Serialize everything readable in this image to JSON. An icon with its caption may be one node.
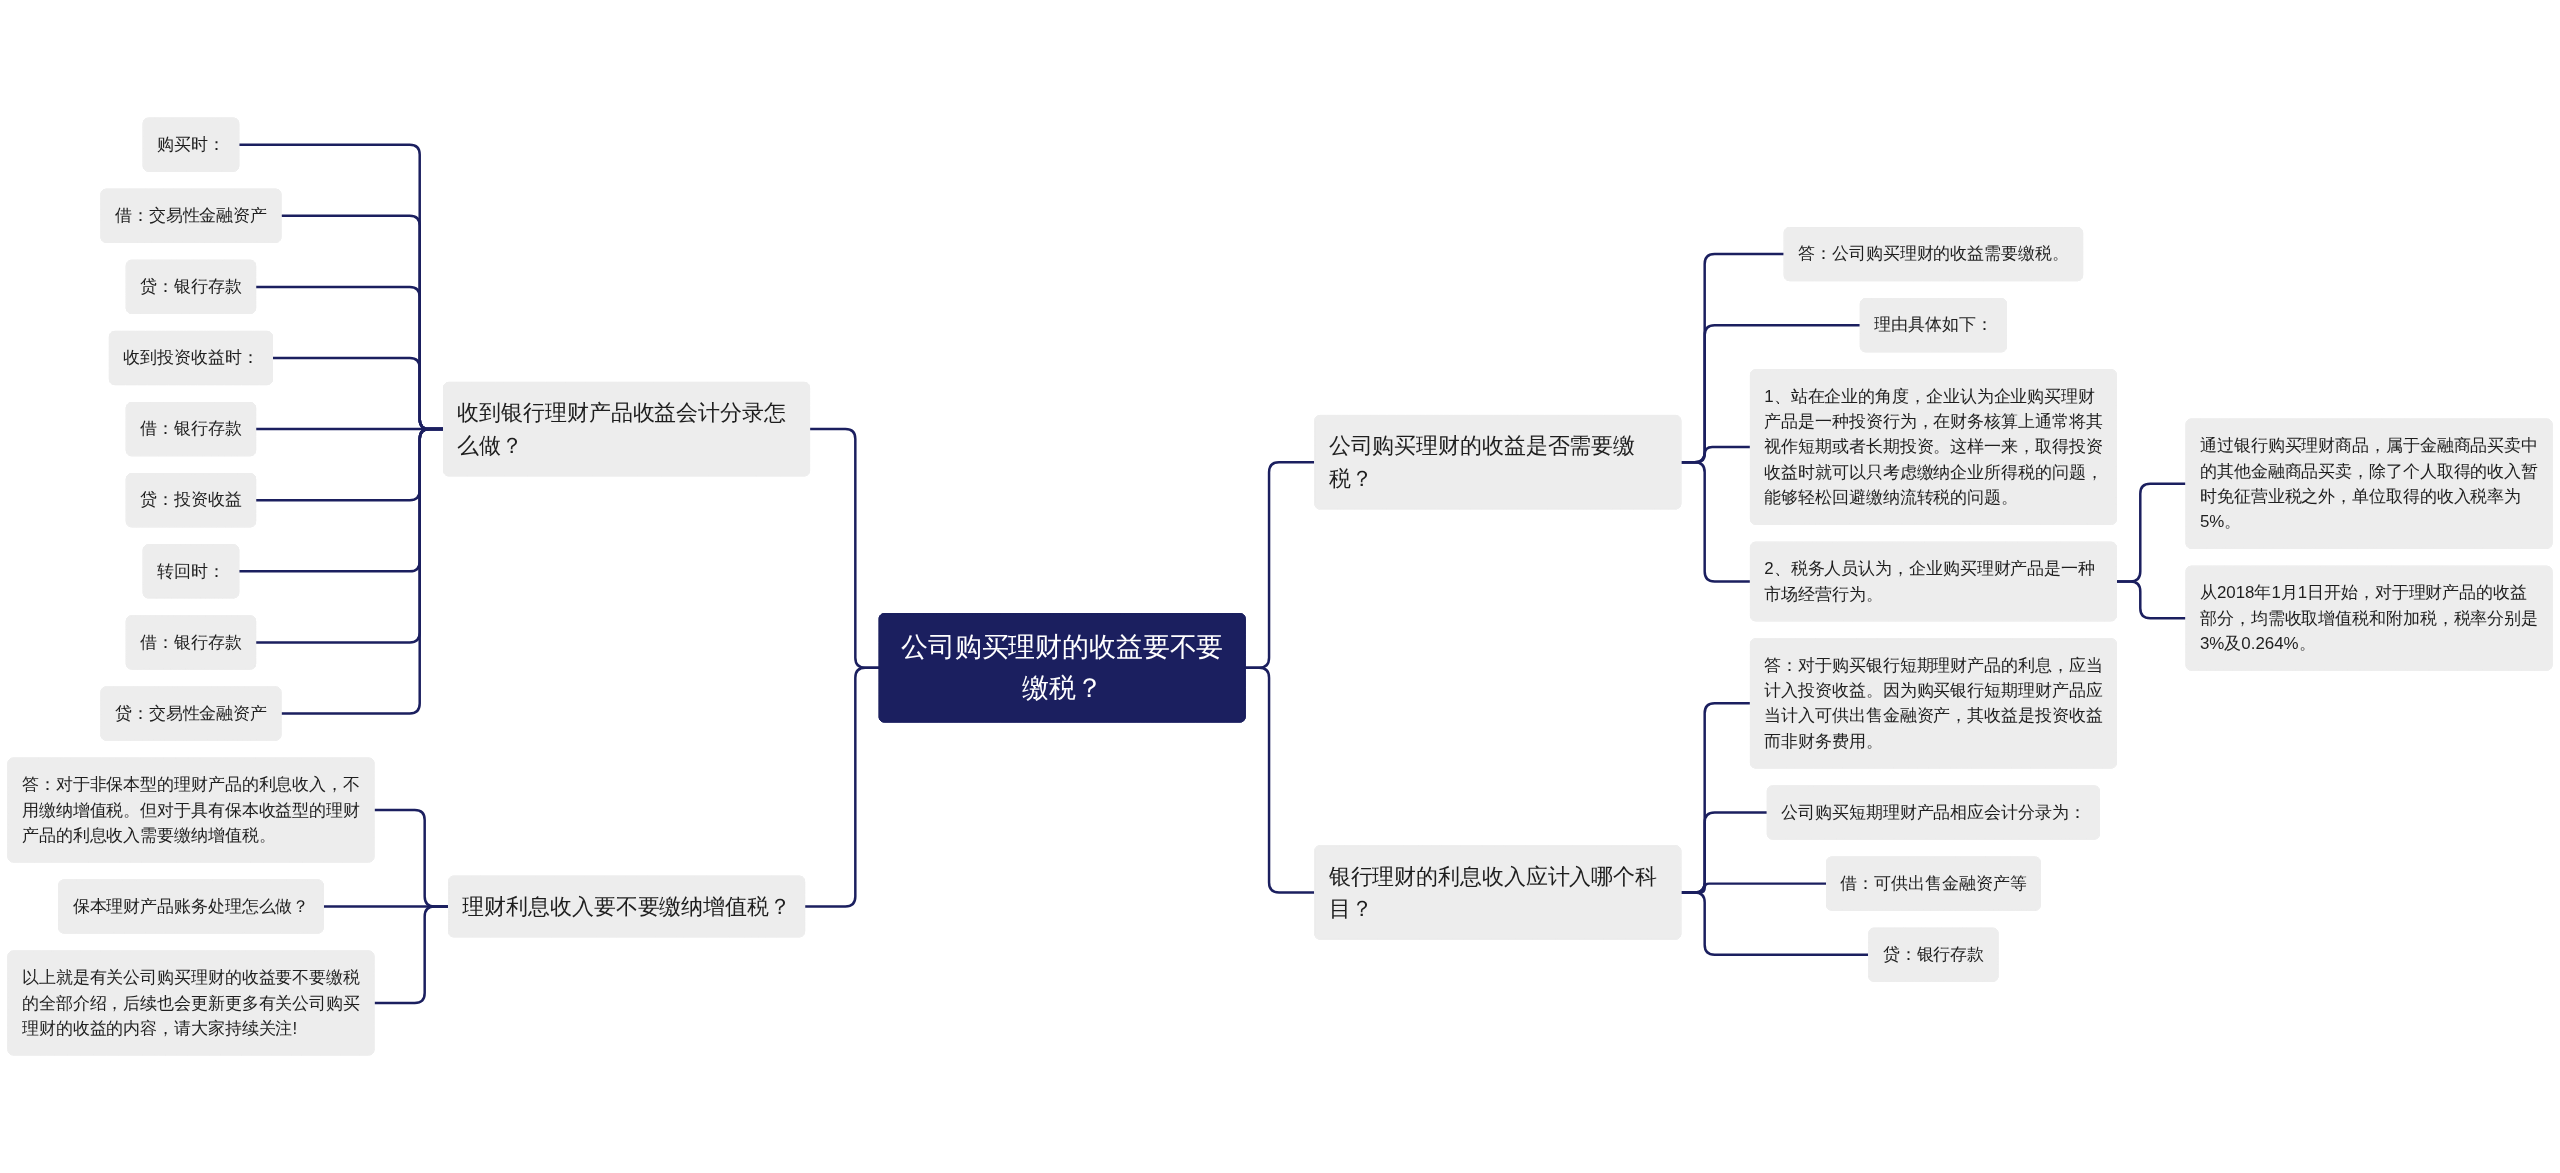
{
  "diagram": {
    "nodes": [
      {
        "text": [
          "公司购买理财的收益要不要缴税？"
        ]
      },
      {
        "text": [
          "公司购买理财的收益是否需要缴税？"
        ]
      },
      {
        "text": [
          "答：公司购买理财的收益需要缴税。"
        ]
      },
      {
        "text": [
          "理由具体如下："
        ]
      },
      {
        "text": [
          "1、站在企业的角度，企业认为企业购买理财产品是一种投资行为，在财务核算上通常将其视作短期或者长期投资。这样一来，取得投资收益时就可以只考虑缴纳企业所得税的问题，能够轻松回避缴纳流转税的问题。"
        ]
      },
      {
        "text": [
          "2、税务人员认为，企业购买理财产品是一种市场经营行为。"
        ]
      },
      {
        "text": [
          "通过银行购买理财商品，属于金融商品买卖中的其他金融商品买卖，除了个人取得的收入暂时免征营业税之外，单位取得的收入税率为5%。"
        ]
      },
      {
        "text": [
          "从2018年1月1日开始，对于理财产品的收益部分，均需收取增值税和附加税，税率分别是3%及0.264%。"
        ]
      },
      {
        "text": [
          "银行理财的利息收入应计入哪个科目？"
        ]
      },
      {
        "text": [
          "答：对于购买银行短期理财产品的利息，应当计入投资收益。因为购买银行短期理财产品应当计入可供出售金融资产，其收益是投资收益而非财务费用。"
        ]
      },
      {
        "text": [
          "公司购买短期理财产品相应会计分录为："
        ]
      },
      {
        "text": [
          "借：可供出售金融资产等"
        ]
      },
      {
        "text": [
          "贷：银行存款"
        ]
      },
      {
        "text": [
          "收到银行理财产品收益会计分录怎么做？"
        ]
      },
      {
        "text": [
          "购买时："
        ]
      },
      {
        "text": [
          "借：交易性金融资产"
        ]
      },
      {
        "text": [
          "贷：银行存款"
        ]
      },
      {
        "text": [
          "收到投资收益时："
        ]
      },
      {
        "text": [
          "借：银行存款"
        ]
      },
      {
        "text": [
          "贷：投资收益"
        ]
      },
      {
        "text": [
          "转回时："
        ]
      },
      {
        "text": [
          "借：银行存款"
        ]
      },
      {
        "text": [
          "贷：交易性金融资产"
        ]
      },
      {
        "text": [
          "理财利息收入要不要缴纳增值税？"
        ]
      },
      {
        "text": [
          "答：对于非保本型的理财产品的利息收入，不用缴纳增值税。但对于具有保本收益型的理财产品的利息收入需要缴纳增值税。"
        ]
      },
      {
        "text": [
          "保本理财产品账务处理怎么做？"
        ]
      },
      {
        "text": [
          "以上就是有关公司购买理财的收益要不要缴税的全部介绍，后续也会更新更多有关公司购买理财的收益的内容，请大家持续关注!"
        ]
      }
    ],
    "edges": [
      {
        "from": 0,
        "to": 1,
        "arrow": "none"
      },
      {
        "from": 1,
        "to": 2,
        "arrow": "none"
      },
      {
        "from": 1,
        "to": 3,
        "arrow": "none"
      },
      {
        "from": 1,
        "to": 4,
        "arrow": "none"
      },
      {
        "from": 1,
        "to": 5,
        "arrow": "none"
      },
      {
        "from": 5,
        "to": 6,
        "arrow": "none"
      },
      {
        "from": 5,
        "to": 7,
        "arrow": "none"
      },
      {
        "from": 0,
        "to": 8,
        "arrow": "none"
      },
      {
        "from": 8,
        "to": 9,
        "arrow": "none"
      },
      {
        "from": 8,
        "to": 10,
        "arrow": "none"
      },
      {
        "from": 8,
        "to": 11,
        "arrow": "none"
      },
      {
        "from": 8,
        "to": 12,
        "arrow": "none"
      },
      {
        "from": 13,
        "to": 0,
        "arrow": "none"
      },
      {
        "from": 14,
        "to": 13,
        "arrow": "none"
      },
      {
        "from": 15,
        "to": 13,
        "arrow": "none"
      },
      {
        "from": 16,
        "to": 13,
        "arrow": "none"
      },
      {
        "from": 17,
        "to": 13,
        "arrow": "none"
      },
      {
        "from": 18,
        "to": 13,
        "arrow": "none"
      },
      {
        "from": 19,
        "to": 13,
        "arrow": "none"
      },
      {
        "from": 20,
        "to": 13,
        "arrow": "none"
      },
      {
        "from": 21,
        "to": 13,
        "arrow": "none"
      },
      {
        "from": 22,
        "to": 13,
        "arrow": "none"
      },
      {
        "from": 23,
        "to": 0,
        "arrow": "none"
      },
      {
        "from": 24,
        "to": 23,
        "arrow": "none"
      },
      {
        "from": 25,
        "to": 23,
        "arrow": "none"
      },
      {
        "from": 26,
        "to": 23,
        "arrow": "none"
      }
    ]
  }
}
